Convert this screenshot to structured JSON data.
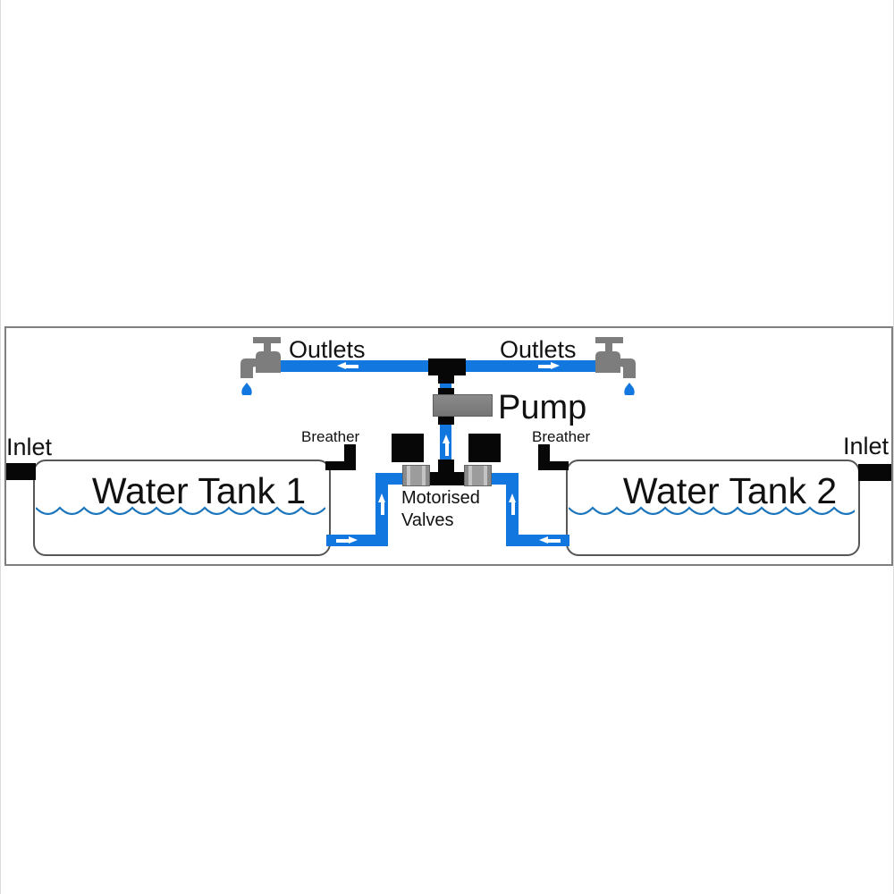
{
  "colors": {
    "pipe_blue": "#1377E0",
    "water_line": "#1B75BC",
    "metal_gray": "#7D7D7D",
    "valve_gray": "#9E9E9E",
    "fitting_black": "#070707",
    "outer_border": "#7F7F7F",
    "tank_border": "#575757",
    "text_color": "#111111",
    "arrow_white": "#FFFFFF",
    "bg": "#FFFFFF"
  },
  "icons": {
    "tap": "tap-icon",
    "water_drop": "water-drop-icon",
    "flow_arrow": "flow-arrow-icon",
    "breather_pipe": "breather-pipe-icon",
    "inlet_stub": "inlet-stub-icon",
    "water_surface": "water-wave-icon"
  },
  "diagram": {
    "tanks": [
      {
        "label": "Water Tank 1"
      },
      {
        "label": "Water Tank 2"
      }
    ],
    "pump": {
      "label": "Pump"
    },
    "valves": {
      "label_line1": "Motorised",
      "label_line2": "Valves"
    },
    "outlets": {
      "left_label": "Outlets",
      "right_label": "Outlets"
    },
    "breathers": {
      "left_label": "Breather",
      "right_label": "Breather"
    },
    "inlets": {
      "left_label": "Inlet",
      "right_label": "Inlet"
    }
  }
}
